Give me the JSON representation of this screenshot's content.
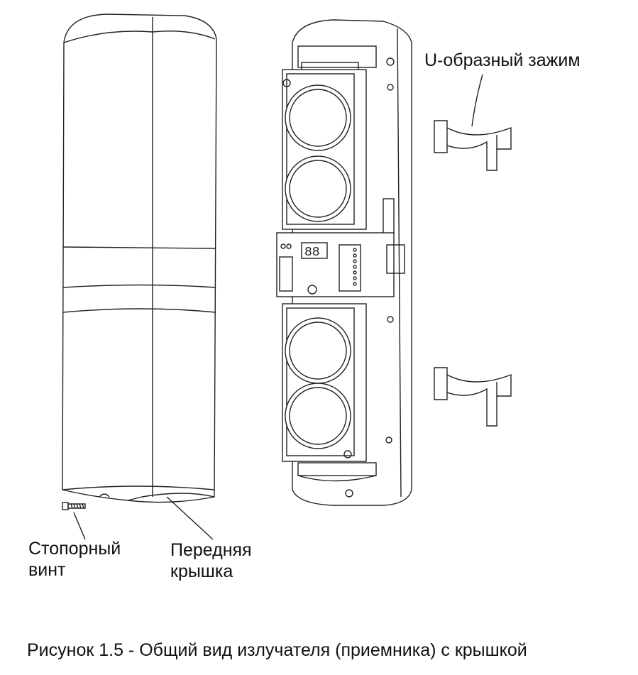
{
  "labels": {
    "screw_line1": "Стопорный",
    "screw_line2": "винт",
    "cover_line1": "Передняя",
    "cover_line2": "крышка",
    "clamp": "U-образный зажим"
  },
  "display_digits": "88",
  "caption": "Рисунок 1.5 - Общий вид излучателя (приемника) с крышкой"
}
